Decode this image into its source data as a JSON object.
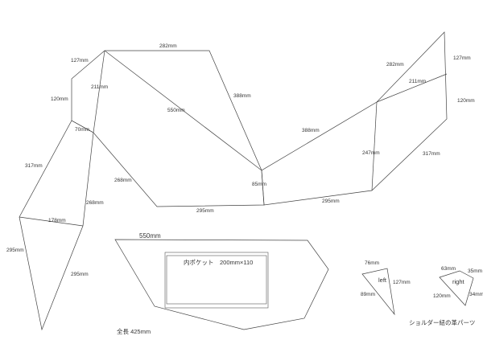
{
  "colors": {
    "line": "#444444",
    "text": "#333333",
    "background": "#ffffff"
  },
  "pattern": {
    "dimensions": {
      "d282_left": "282mm",
      "d127_left": "127mm",
      "d120_left": "120mm",
      "d211_left": "211mm",
      "d550_diag": "550mm",
      "d388_left": "388mm",
      "d70": "70mm",
      "d317_left": "317mm",
      "d268_inner": "268mm",
      "d268_lower": "268mm",
      "d295_bottom": "295mm",
      "d85": "85mm",
      "d178": "178mm",
      "d295_lowleft": "295mm",
      "d295_lowinner": "295mm",
      "d282_right": "282mm",
      "d127_right": "127mm",
      "d211_right": "211mm",
      "d120_right": "120mm",
      "d388_right": "388mm",
      "d247": "247mm",
      "d317_right": "317mm",
      "d295_right": "295mm"
    },
    "bottom_panel": {
      "width_label": "550mm",
      "pocket_label": "内ポケット　200mm×110",
      "total_length": "全長 425mm"
    },
    "parts": {
      "left_label": "left",
      "left_dims": {
        "top": "76mm",
        "right": "127mm",
        "bottom": "89mm"
      },
      "right_label": "right",
      "right_dims": {
        "top": "63mm",
        "top_right": "35mm",
        "left": "120mm",
        "right": "34mm"
      },
      "caption": "ショルダー紐の革パーツ"
    }
  }
}
